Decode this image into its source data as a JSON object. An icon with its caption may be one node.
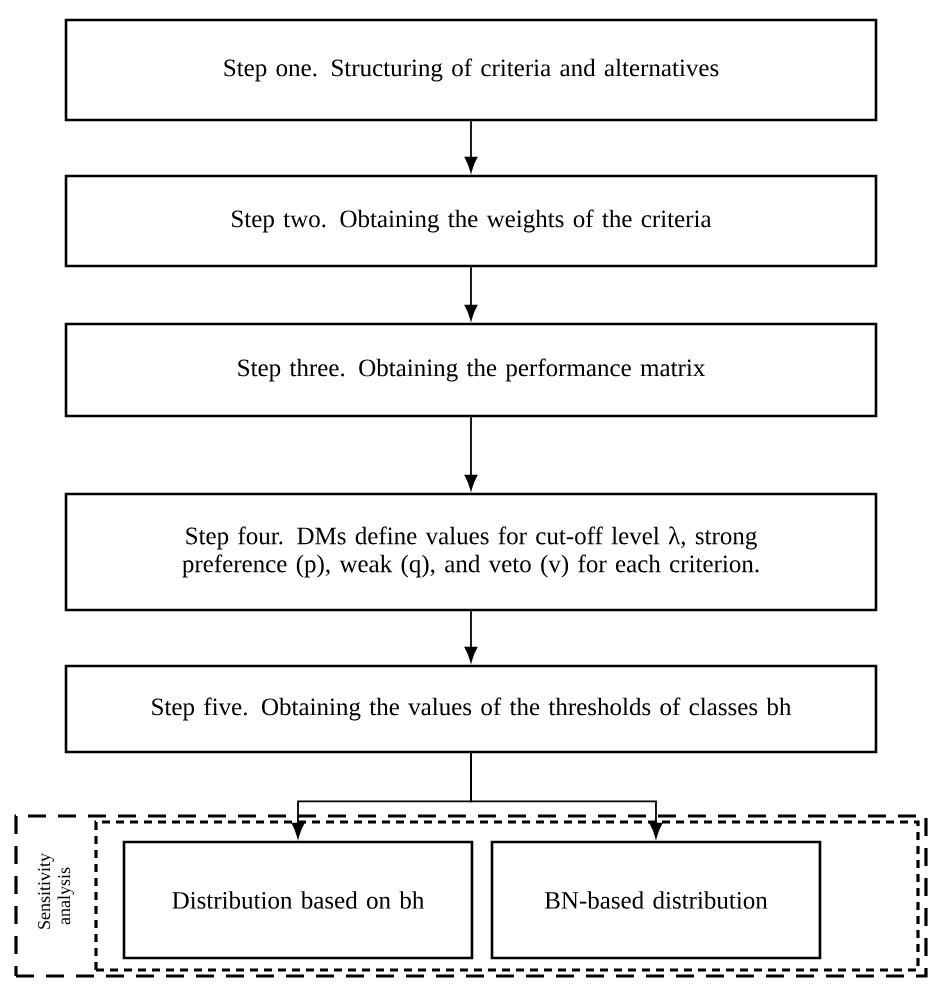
{
  "diagram": {
    "nodes": [
      {
        "text": [
          "Step one. Structuring of criteria and alternatives"
        ]
      },
      {
        "text": [
          "Step two. Obtaining the weights of the criteria"
        ]
      },
      {
        "text": [
          "Step three. Obtaining the performance matrix"
        ]
      },
      {
        "text": [
          "Step four. DMs define values for cut-off level λ, strong preference (p), weak (q), and veto (v) for each criterion."
        ]
      },
      {
        "text": [
          "Step five. Obtaining the values of the thresholds of classes bh"
        ]
      },
      {
        "text": [
          "Sensitivity analysis"
        ]
      },
      {
        "text": [],
        "shape": "box",
        "in": 5
      },
      {
        "text": [
          "Distribution based on bh"
        ],
        "in": 6
      },
      {
        "text": [
          "BN-based distribution"
        ],
        "in": 6
      }
    ],
    "edges": [
      {
        "from": 0,
        "to": 1,
        "arrow": "to"
      },
      {
        "from": 1,
        "to": 2,
        "arrow": "to"
      },
      {
        "from": 2,
        "to": 3,
        "arrow": "to"
      },
      {
        "from": 3,
        "to": 4,
        "arrow": "to"
      },
      {
        "from": 4,
        "to": 7,
        "arrow": "to"
      },
      {
        "from": 4,
        "to": 8,
        "arrow": "to"
      }
    ]
  }
}
